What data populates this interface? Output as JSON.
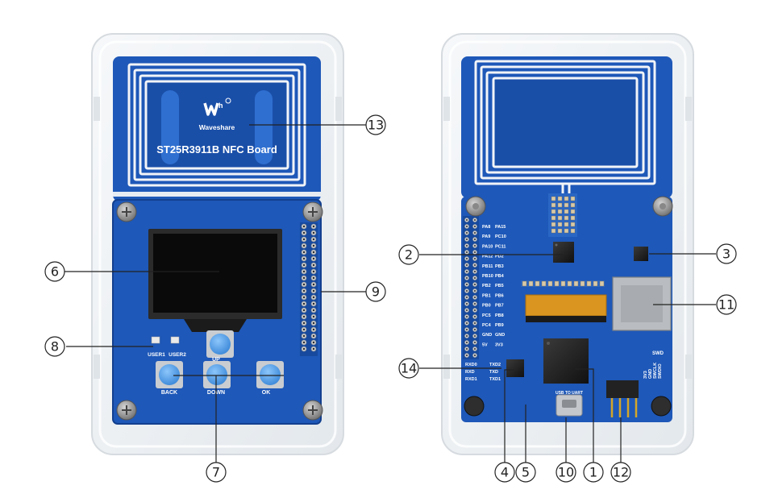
{
  "board_front": {
    "brand": "Waveshare",
    "title": "ST25R3911B NFC Board",
    "buttons": {
      "back": "BACK",
      "down": "DOWN",
      "up": "UP",
      "ok": "OK"
    },
    "leds": {
      "user1": "USER1",
      "user2": "USER2"
    }
  },
  "board_back": {
    "pin_labels_left": [
      "PA8",
      "PA9",
      "PA10",
      "PA12",
      "PB11",
      "PB10",
      "PB2",
      "PB1",
      "PB0",
      "PC5",
      "PC4",
      "GND",
      "5V"
    ],
    "pin_labels_right": [
      "PA15",
      "PC10",
      "PC11",
      "PD2",
      "PB3",
      "PB4",
      "PB5",
      "PB6",
      "PB7",
      "PB8",
      "PB9",
      "GND",
      "3V3"
    ],
    "uart_labels_left": [
      "RXD0",
      "RXD",
      "RXD1"
    ],
    "uart_labels_right": [
      "TXD2",
      "TXD",
      "TXD1"
    ],
    "usb_label": "USB TO UART",
    "swd_title": "SWD",
    "swd_pins": [
      "3V3",
      "GND",
      "SWCLK",
      "SWDIO"
    ]
  },
  "callouts": {
    "c1": "1",
    "c2": "2",
    "c3": "3",
    "c4": "4",
    "c5": "5",
    "c6": "6",
    "c7": "7",
    "c8": "8",
    "c9": "9",
    "c10": "10",
    "c11": "11",
    "c12": "12",
    "c13": "13",
    "c14": "14"
  },
  "colors": {
    "pcb": "#1e58b8",
    "pcb_dark": "#123f8e",
    "antenna_coil": "#f2f4f8",
    "oled": "#0a0a0a",
    "button_cap": "#4fa0ea",
    "screw": "#8a8a8a"
  }
}
